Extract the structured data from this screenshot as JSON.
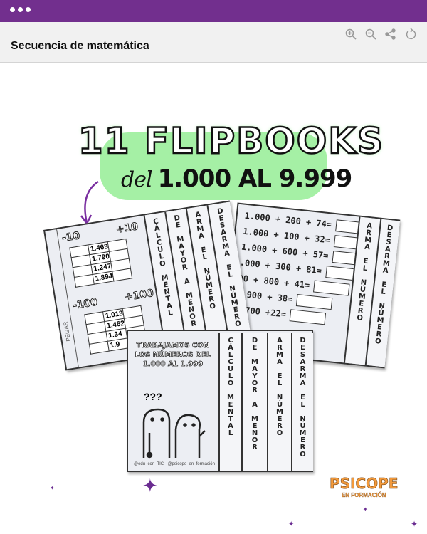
{
  "window": {
    "title": "Secuencia de matemática",
    "toolbar": [
      "zoom-in-icon",
      "zoom-out-icon",
      "share-icon",
      "rotate-icon"
    ]
  },
  "colors": {
    "topbar": "#722f8e",
    "header_bg": "#f1f1f1",
    "highlight": "#a5f0a5",
    "accent": "#6a2c91",
    "logo": "#f39a3b"
  },
  "poster": {
    "headline": "11 FLIPBOOKS",
    "subtitle_script": "del",
    "subtitle": "1.000 AL 9.999",
    "left_card": {
      "op_minus_10": "-10",
      "op_plus_10": "+10",
      "table1": [
        "1.463",
        "1.790",
        "1.247",
        "1.894"
      ],
      "op_minus_100": "-100",
      "op_plus_100": "+100",
      "table2": [
        "1.013",
        "1.462",
        "1.34",
        "1.9"
      ],
      "paste_label": "PEGAR",
      "strips": [
        "CÁLCULO MENTAL",
        "DE MAYOR A MENOR",
        "ARMA EL NÚMERO",
        "DESARMA EL NÚMERO"
      ]
    },
    "right_card": {
      "equations": [
        "1.000 + 200 + 74=",
        "1.000 + 100 + 32=",
        "1.000 + 600 + 57=",
        ".000 + 300 + 81=",
        "00 + 800 + 41=",
        "+ 900 + 38=",
        "+ 700 +22="
      ],
      "strips": [
        "ARMA EL NÚMERO",
        "DESARMA EL NÚMERO"
      ]
    },
    "front_card": {
      "title": "TRABAJAMOS CON LOS NÚMEROS DEL 1.000 AL 1.999",
      "question": "???",
      "credits": "@edu_con_TIC - @psicope_en_formación",
      "strips": [
        "CÁLCULO MENTAL",
        "DE MAYOR A MENOR",
        "ARMA EL NÚMERO",
        "DESARMA EL NÚMERO"
      ]
    },
    "logo": {
      "name": "PSICOPE",
      "tagline": "EN FORMACIÓN"
    }
  }
}
